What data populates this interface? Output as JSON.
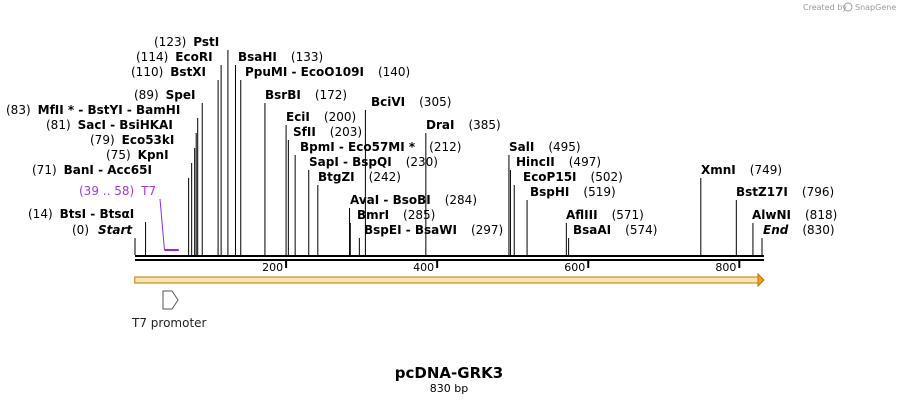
{
  "credit": {
    "text": "Created by",
    "brand": "SnapGene"
  },
  "plasmid": {
    "name": "pcDNA-GRK3",
    "length_label": "830 bp",
    "length": 830
  },
  "axis": {
    "ticks": [
      "200",
      "400",
      "600",
      "800"
    ],
    "tick_values": [
      200,
      400,
      600,
      800
    ]
  },
  "ends": {
    "start": {
      "pos": "(0)",
      "name": "Start",
      "site": 0
    },
    "end": {
      "name": "End",
      "pos": "(830)",
      "site": 830
    }
  },
  "primer": {
    "range": "(39 .. 58)",
    "name": "T7",
    "start": 39,
    "end": 58
  },
  "feature": {
    "name": "T7 promoter",
    "start": 39,
    "end": 58,
    "color": "#f7c87a"
  },
  "orf": {
    "start": 1,
    "end": 830,
    "color": "#f0a020"
  },
  "sites": [
    {
      "name": "BtsI - BtsαI",
      "pos": "(14)",
      "site": 14,
      "side": "left"
    },
    {
      "name": "BanI - Acc65I",
      "pos": "(71)",
      "site": 71,
      "side": "left"
    },
    {
      "name": "KpnI",
      "pos": "(75)",
      "site": 75,
      "side": "left"
    },
    {
      "name": "Eco53kI",
      "pos": "(79)",
      "site": 79,
      "side": "left"
    },
    {
      "name": "SacI - BsiHKAI",
      "pos": "(81)",
      "site": 81,
      "side": "left"
    },
    {
      "name": "MfII * - BstYI - BamHI",
      "pos": "(83)",
      "site": 83,
      "side": "left"
    },
    {
      "name": "SpeI",
      "pos": "(89)",
      "site": 89,
      "side": "left"
    },
    {
      "name": "BstXI",
      "pos": "(110)",
      "site": 110,
      "side": "left"
    },
    {
      "name": "EcoRI",
      "pos": "(114)",
      "site": 114,
      "side": "left"
    },
    {
      "name": "PstI",
      "pos": "(123)",
      "site": 123,
      "side": "left"
    },
    {
      "name": "BsaHI",
      "pos": "(133)",
      "site": 133,
      "side": "right"
    },
    {
      "name": "PpuMI - EcoO109I",
      "pos": "(140)",
      "site": 140,
      "side": "right"
    },
    {
      "name": "BsrBI",
      "pos": "(172)",
      "site": 172,
      "side": "right"
    },
    {
      "name": "EciI",
      "pos": "(200)",
      "site": 200,
      "side": "right"
    },
    {
      "name": "SfII",
      "pos": "(203)",
      "site": 203,
      "side": "right"
    },
    {
      "name": "BpmI - Eco57MI *",
      "pos": "(212)",
      "site": 212,
      "side": "right"
    },
    {
      "name": "SapI - BspQI",
      "pos": "(230)",
      "site": 230,
      "side": "right"
    },
    {
      "name": "BtgZI",
      "pos": "(242)",
      "site": 242,
      "side": "right"
    },
    {
      "name": "AvaI - BsoBI",
      "pos": "(284)",
      "site": 284,
      "side": "right"
    },
    {
      "name": "BmrI",
      "pos": "(285)",
      "site": 285,
      "side": "right"
    },
    {
      "name": "BspEI - BsaWI",
      "pos": "(297)",
      "site": 297,
      "side": "right"
    },
    {
      "name": "BciVI",
      "pos": "(305)",
      "site": 305,
      "side": "right"
    },
    {
      "name": "DraI",
      "pos": "(385)",
      "site": 385,
      "side": "right"
    },
    {
      "name": "SalI",
      "pos": "(495)",
      "site": 495,
      "side": "right"
    },
    {
      "name": "HincII",
      "pos": "(497)",
      "site": 497,
      "side": "right"
    },
    {
      "name": "EcoP15I",
      "pos": "(502)",
      "site": 502,
      "side": "right"
    },
    {
      "name": "BspHI",
      "pos": "(519)",
      "site": 519,
      "side": "right"
    },
    {
      "name": "AflIII",
      "pos": "(571)",
      "site": 571,
      "side": "right"
    },
    {
      "name": "BsaAI",
      "pos": "(574)",
      "site": 574,
      "side": "right"
    },
    {
      "name": "XmnI",
      "pos": "(749)",
      "site": 749,
      "side": "right"
    },
    {
      "name": "BstZ17I",
      "pos": "(796)",
      "site": 796,
      "side": "right"
    },
    {
      "name": "AlwNI",
      "pos": "(818)",
      "site": 818,
      "side": "right"
    }
  ]
}
